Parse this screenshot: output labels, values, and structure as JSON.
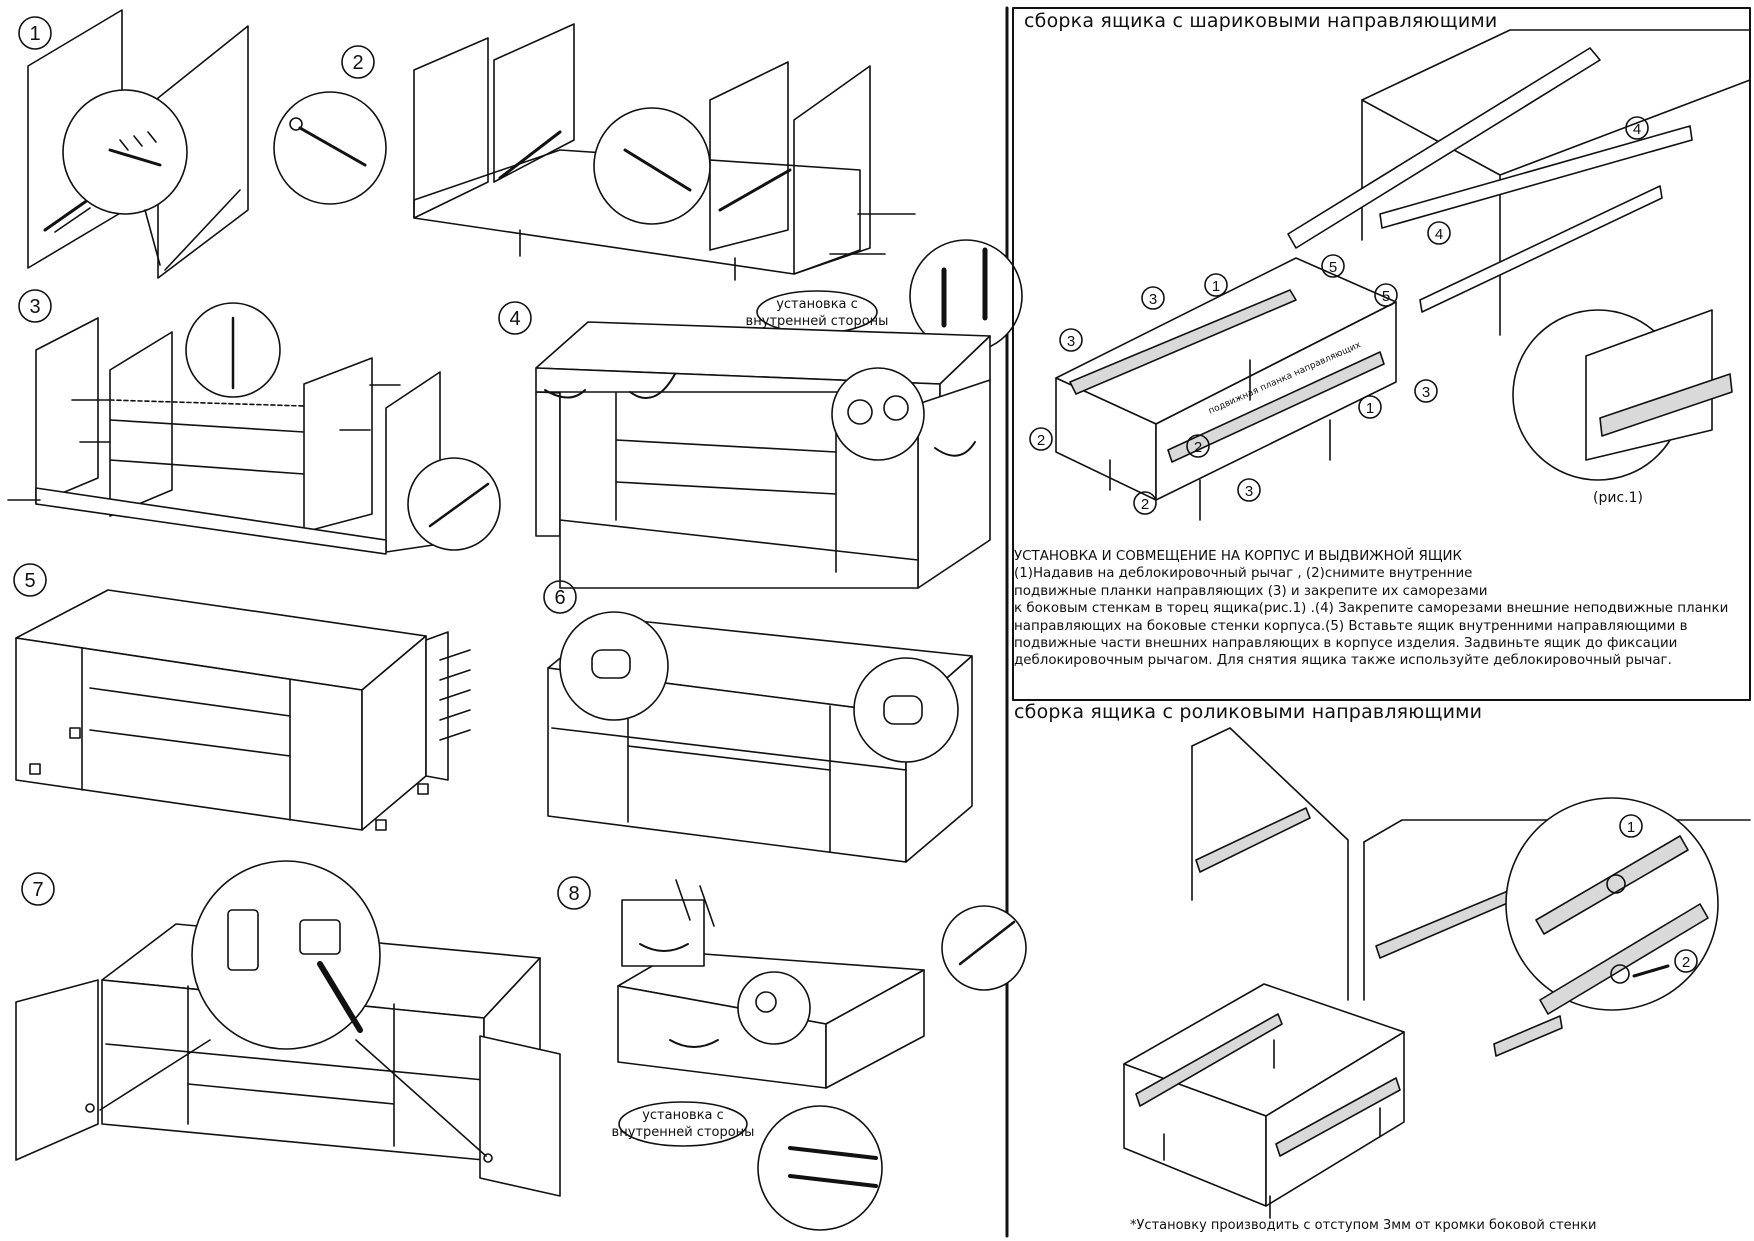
{
  "steps": {
    "s1": "1",
    "s2": "2",
    "s3": "3",
    "s4": "4",
    "s5": "5",
    "s6": "6",
    "s7": "7",
    "s8": "8"
  },
  "notes": {
    "inner_install": [
      "установка с",
      "внутренней стороны"
    ]
  },
  "ball_slides": {
    "heading": "сборка ящика с шариковыми направляющими",
    "slide_label": "подвижная планка направляющих",
    "callouts": [
      "1",
      "2",
      "3",
      "4",
      "5"
    ],
    "fig_label": "(рис.1)",
    "instructions": [
      "УСТАНОВКА И СОВМЕЩЕНИЕ НА КОРПУС И ВЫДВИЖНОЙ ЯЩИК",
      "(1)Надавив на деблокировочный рычаг ,  (2)снимите внутренние",
      "подвижные планки направляющих (3) и закрепите их саморезами",
      "к боковым стенкам в торец ящика(рис.1) .(4) Закрепите саморезами внешние неподвижные планки",
      "направляющих на боковые стенки корпуса.(5) Вставьте ящик внутренними направляющими в",
      "подвижные части внешних направляющих в корпусе изделия. Задвиньте ящик до фиксации",
      "деблокировочным рычагом. Для снятия ящика также используйте деблокировочный рычаг."
    ]
  },
  "roller_slides": {
    "heading": "сборка ящика с роликовыми направляющими",
    "callouts": [
      "1",
      "2"
    ],
    "footnote": "*Установку производить с отступом 3мм от кромки боковой стенки"
  },
  "colors": {
    "line": "#111111",
    "fill": "#ffffff",
    "metal": "#d9d9d9"
  }
}
